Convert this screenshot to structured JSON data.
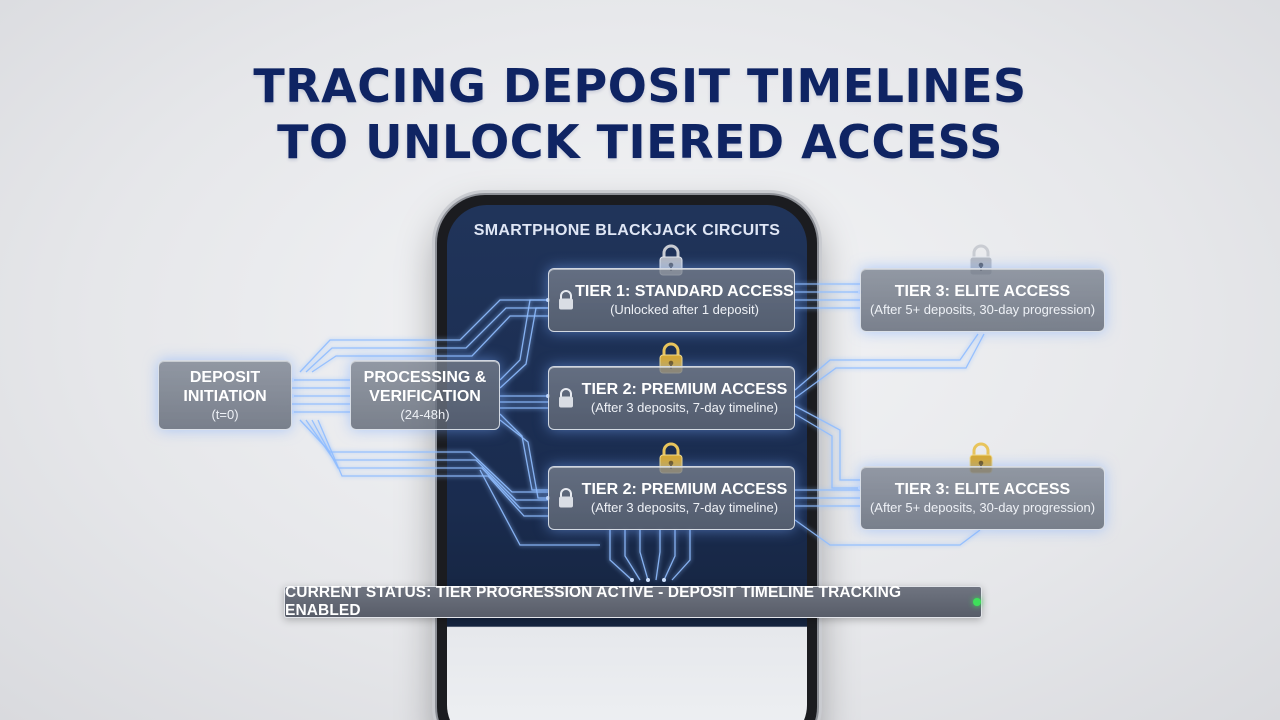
{
  "title": {
    "line1": "TRACING DEPOSIT TIMELINES",
    "line2": "TO UNLOCK TIERED ACCESS"
  },
  "phone": {
    "heading": "SMARTPHONE BLACKJACK CIRCUITS"
  },
  "nodes": {
    "deposit": {
      "head1": "DEPOSIT",
      "head2": "INITIATION",
      "sub": "(t=0)"
    },
    "processing": {
      "head1": "PROCESSING &",
      "head2": "VERIFICATION",
      "sub": "(24-48h)"
    },
    "tier1": {
      "head": "TIER 1: STANDARD ACCESS",
      "sub": "(Unlocked after 1 deposit)"
    },
    "tier2a": {
      "head": "TIER 2: PREMIUM ACCESS",
      "sub": "(After 3 deposits, 7-day timeline)"
    },
    "tier2b": {
      "head": "TIER 2: PREMIUM ACCESS",
      "sub": "(After 3 deposits, 7-day timeline)"
    },
    "tier3a": {
      "head": "TIER 3: ELITE ACCESS",
      "sub": "(After 5+ deposits, 30-day progression)"
    },
    "tier3b": {
      "head": "TIER 3: ELITE ACCESS",
      "sub": "(After 5+ deposits, 30-day progression)"
    }
  },
  "icons": {
    "silver_lock": "padlock-silver-icon",
    "gold_lock": "padlock-gold-icon"
  },
  "colors": {
    "title": "#0f2463",
    "circuit": "#6fa8ff",
    "gold": "#e0b43a",
    "status_dot": "#3ee05a"
  },
  "status": {
    "text": "CURRENT STATUS: TIER PROGRESSION ACTIVE - DEPOSIT TIMELINE TRACKING ENABLED"
  }
}
